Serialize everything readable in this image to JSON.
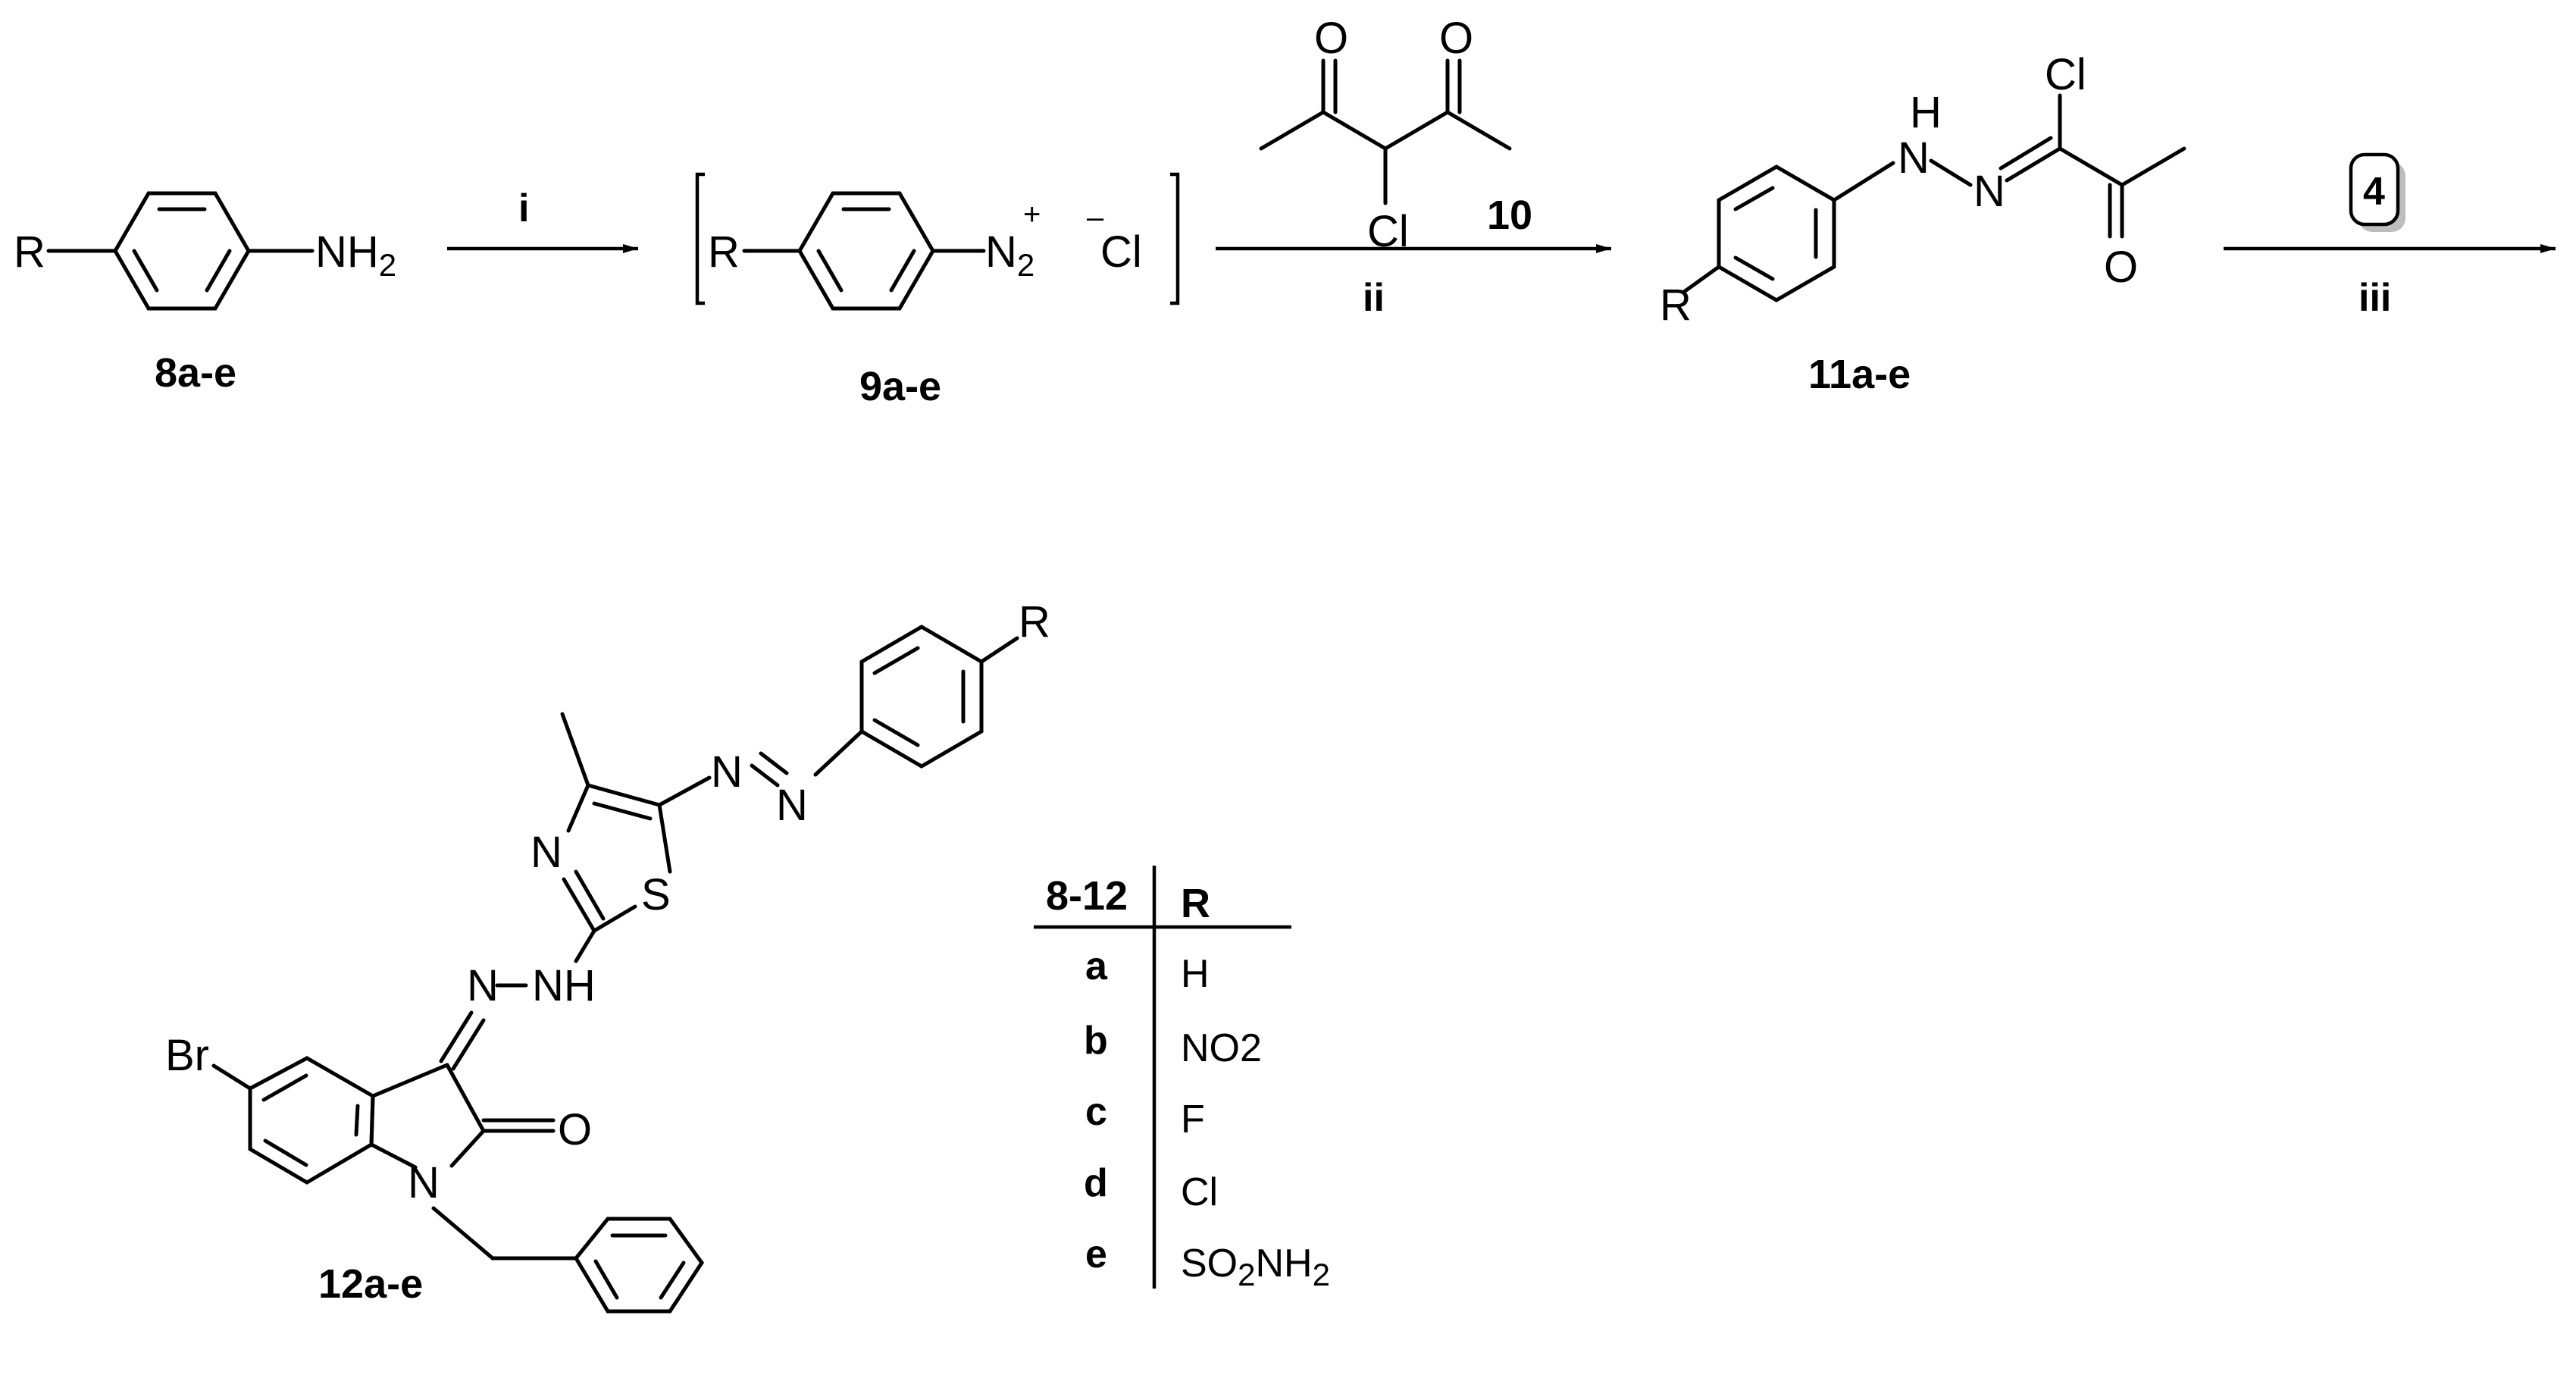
{
  "scheme": {
    "compounds": {
      "c8": {
        "label": "8a-e",
        "R": "R",
        "amine": "NH",
        "amine_sub": "2"
      },
      "c9": {
        "label": "9a-e",
        "R": "R",
        "N": "N",
        "N_sub": "2",
        "plus": "+",
        "minus": "–",
        "Cl": "Cl"
      },
      "c10": {
        "label": "10",
        "O1": "O",
        "O2": "O",
        "Cl": "Cl"
      },
      "c11": {
        "label": "11a-e",
        "R": "R",
        "H": "H",
        "N1": "N",
        "N2": "N",
        "Cl": "Cl",
        "O": "O"
      },
      "c12": {
        "label": "12a-e",
        "R": "R",
        "N_azo1": "N",
        "N_azo2": "N",
        "N_thz": "N",
        "S": "S",
        "NH": "NH",
        "N_hyd": "N",
        "Br": "Br",
        "O": "O",
        "N_ind": "N"
      }
    },
    "reagents": {
      "step1": "i",
      "step2": "ii",
      "step3": "iii",
      "boxed": "4"
    },
    "table": {
      "header_left": "8-12",
      "header_right": "R",
      "rows": [
        {
          "key": "a",
          "value": "H",
          "value_parts": [
            "H"
          ]
        },
        {
          "key": "b",
          "value": "NO2",
          "value_parts": [
            "NO2"
          ]
        },
        {
          "key": "c",
          "value": "F",
          "value_parts": [
            "F"
          ]
        },
        {
          "key": "d",
          "value": "Cl",
          "value_parts": [
            "Cl"
          ]
        },
        {
          "key": "e",
          "value": "SO2NH2",
          "value_parts": [
            "SO",
            "2",
            "NH",
            "2"
          ]
        }
      ]
    }
  }
}
